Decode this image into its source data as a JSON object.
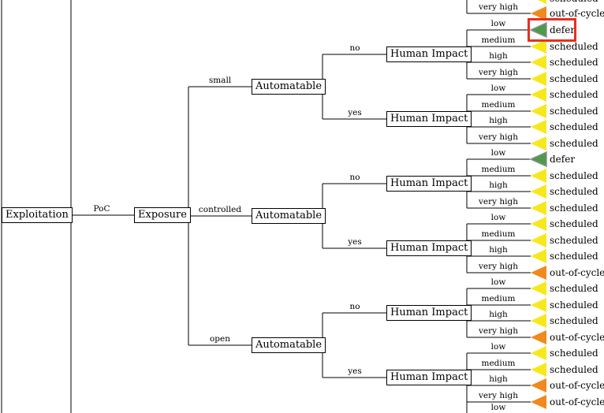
{
  "nodes": {
    "root": "Exploitation",
    "exposure": "Exposure",
    "automatable": "Automatable",
    "human_impact": "Human Impact"
  },
  "edges": {
    "poc": "PoC",
    "small": "small",
    "controlled": "controlled",
    "open": "open",
    "no": "no",
    "yes": "yes"
  },
  "impact_levels": [
    "low",
    "medium",
    "high",
    "very high"
  ],
  "top_partial": {
    "edge": "very high",
    "outcome_above": "scheduled",
    "outcome": "out-of-cycle"
  },
  "groups": [
    {
      "exposure": "small",
      "automatable": "no",
      "outcomes": [
        "defer",
        "scheduled",
        "scheduled",
        "scheduled"
      ]
    },
    {
      "exposure": "small",
      "automatable": "yes",
      "outcomes": [
        "scheduled",
        "scheduled",
        "scheduled",
        "scheduled"
      ]
    },
    {
      "exposure": "controlled",
      "automatable": "no",
      "outcomes": [
        "defer",
        "scheduled",
        "scheduled",
        "scheduled"
      ]
    },
    {
      "exposure": "controlled",
      "automatable": "yes",
      "outcomes": [
        "scheduled",
        "scheduled",
        "scheduled",
        "out-of-cycle"
      ]
    },
    {
      "exposure": "open",
      "automatable": "no",
      "outcomes": [
        "scheduled",
        "scheduled",
        "scheduled",
        "out-of-cycle"
      ]
    },
    {
      "exposure": "open",
      "automatable": "yes",
      "outcomes": [
        "scheduled",
        "scheduled",
        "out-of-cycle",
        "out-of-cycle"
      ]
    }
  ],
  "bottom_partial": {
    "edge": "low"
  },
  "highlighted_outcome": "defer",
  "colors": {
    "defer": "#4c9a4c",
    "defer_outline": "#8f8f8f",
    "scheduled": "#f7e81d",
    "out-of-cycle": "#f08a1c",
    "highlight": "#e6301f"
  }
}
